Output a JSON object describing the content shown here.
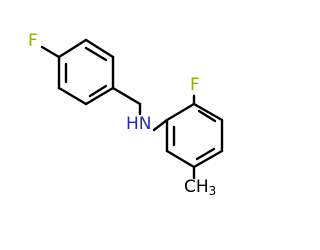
{
  "molecule": {
    "atoms": {
      "fluorine_left": {
        "text": "F",
        "color": "#8fb300"
      },
      "nitrogen": {
        "text": "HN",
        "color": "#2a2ab8"
      },
      "fluorine_right": {
        "text": "F",
        "color": "#8fb300"
      },
      "methyl": {
        "text": "CH",
        "subscript": "3",
        "color": "#000000"
      }
    }
  }
}
